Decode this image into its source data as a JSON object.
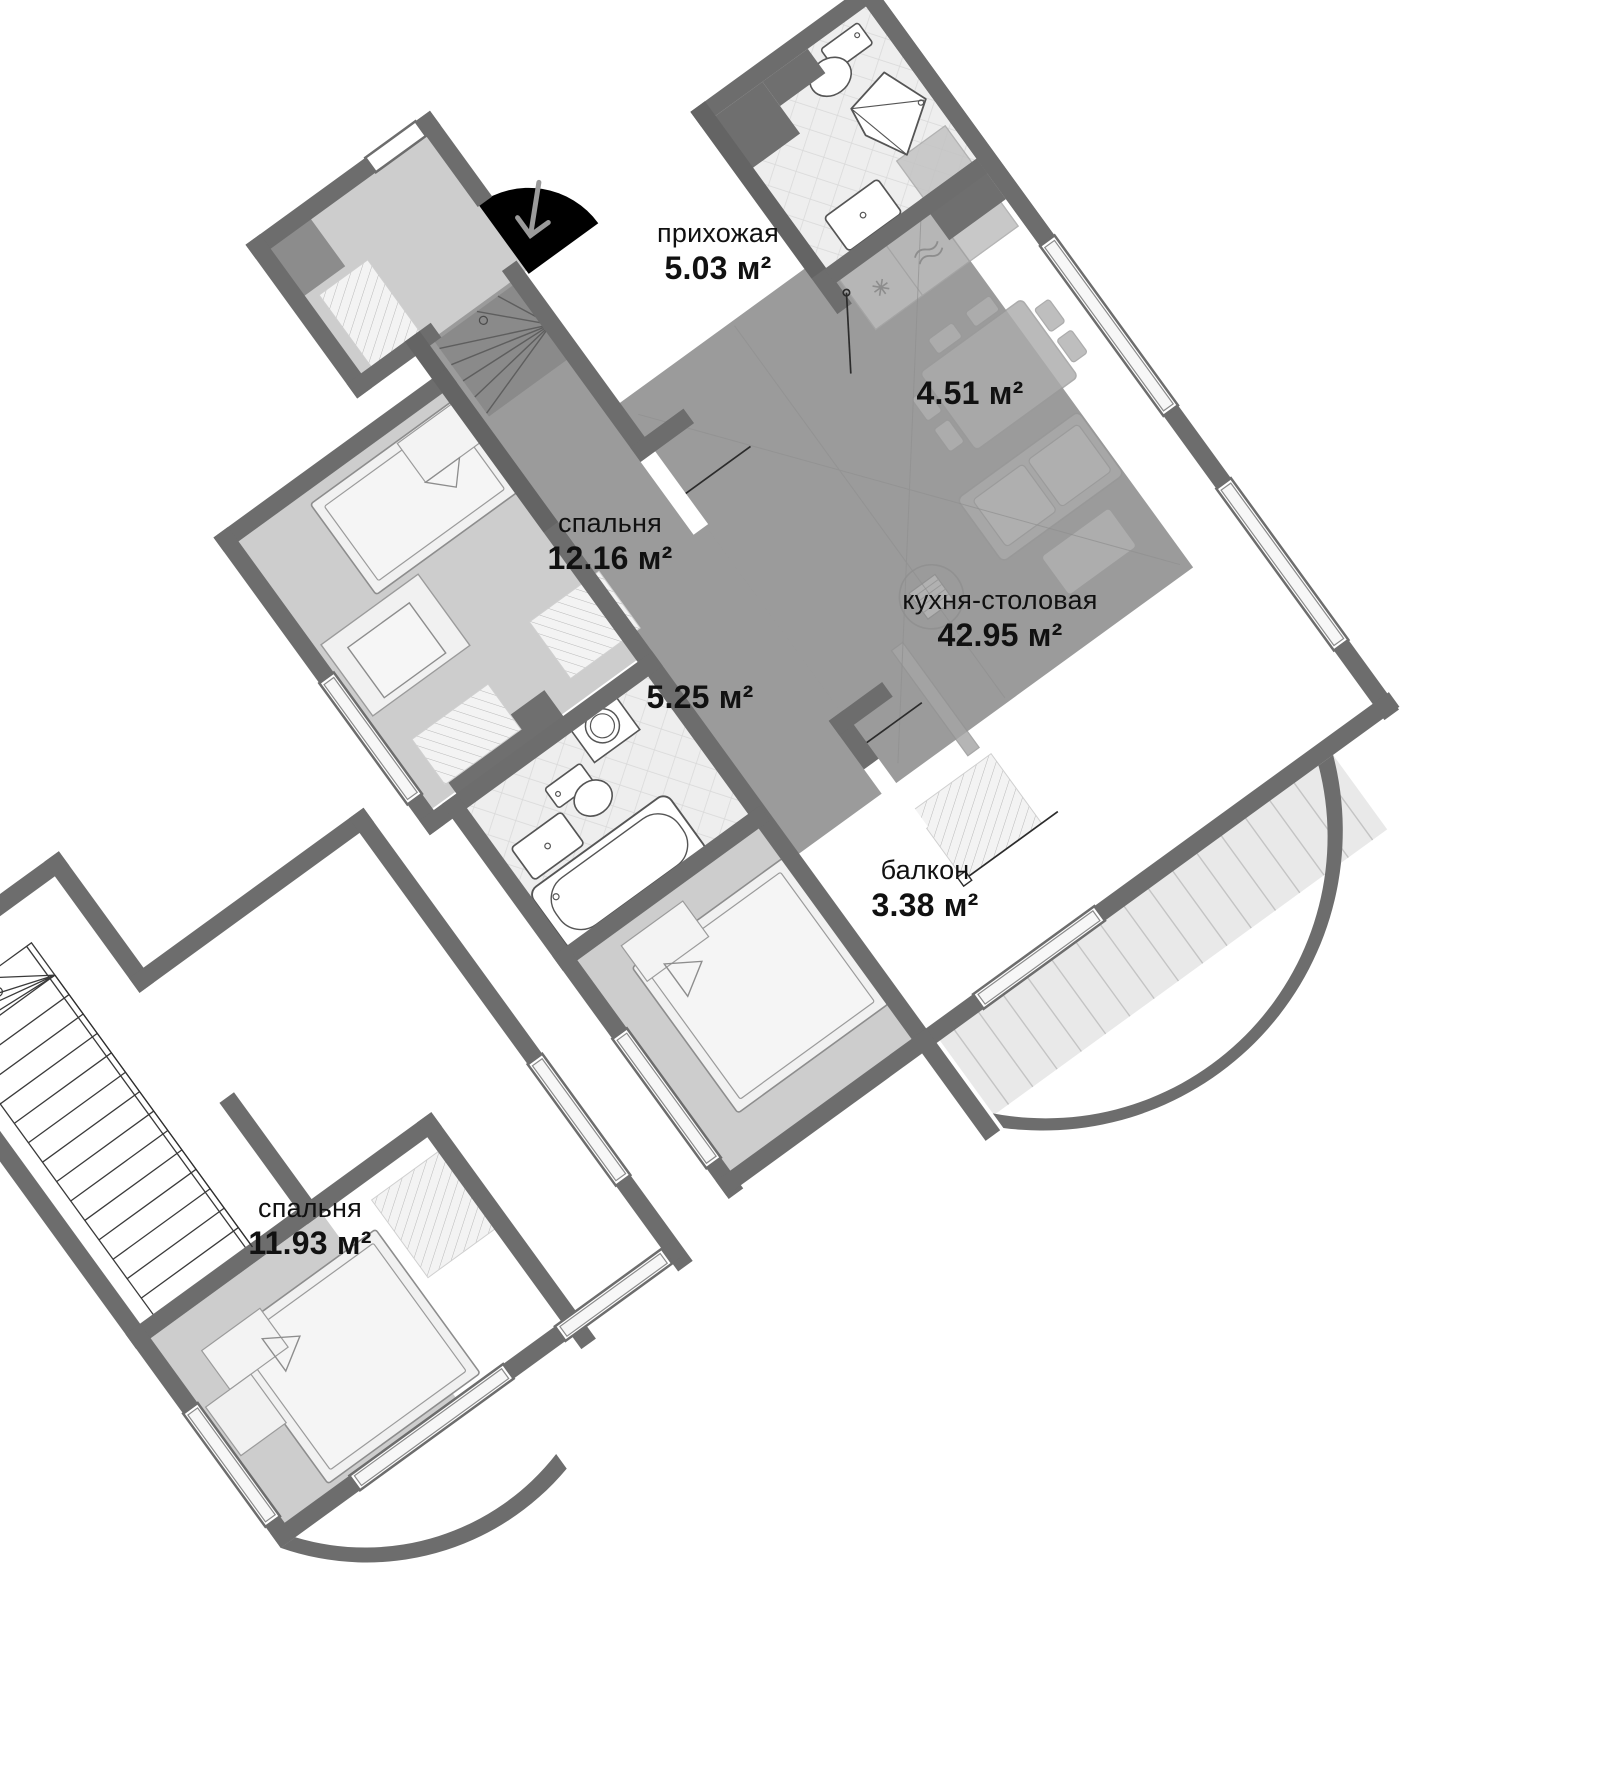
{
  "plan": {
    "type": "apartment-floor-plan",
    "orientation_deg": -36,
    "colors": {
      "background": "#ffffff",
      "wall": "#6d6d6d",
      "wall_inner": "#5d5d5d",
      "room_fill": "#cdcdcd",
      "living_fill": "#9b9b9b",
      "furniture_fill": "#f1f1f1",
      "tile_fill": "#eeeeee",
      "door_swing": "#000000",
      "text": "#111111"
    },
    "rooms": [
      {
        "id": "hallway",
        "name": "прихожая",
        "area": "5.03 м²",
        "has_name": true
      },
      {
        "id": "bath2",
        "name": "",
        "area": "4.51 м²",
        "has_name": false
      },
      {
        "id": "bedroom1",
        "name": "спальня",
        "area": "12.16 м²",
        "has_name": true
      },
      {
        "id": "bath1",
        "name": "",
        "area": "5.25 м²",
        "has_name": false
      },
      {
        "id": "kitchen",
        "name": "кухня-столовая",
        "area": "42.95 м²",
        "has_name": true
      },
      {
        "id": "balcony",
        "name": "балкон",
        "area": "3.38 м²",
        "has_name": true
      },
      {
        "id": "bedroom2",
        "name": "спальня",
        "area": "11.93 м²",
        "has_name": true
      }
    ],
    "icons": {
      "entrance_door": "entrance-door-arrow",
      "stove": "stove-icon",
      "sink": "sink-icon",
      "armchair": "armchair-icon"
    },
    "fixtures": [
      "toilet",
      "shower",
      "washbasin",
      "bathtub",
      "washing-machine",
      "bed",
      "wardrobe",
      "kitchen-counter",
      "dining-table",
      "sofa",
      "stairs"
    ]
  }
}
